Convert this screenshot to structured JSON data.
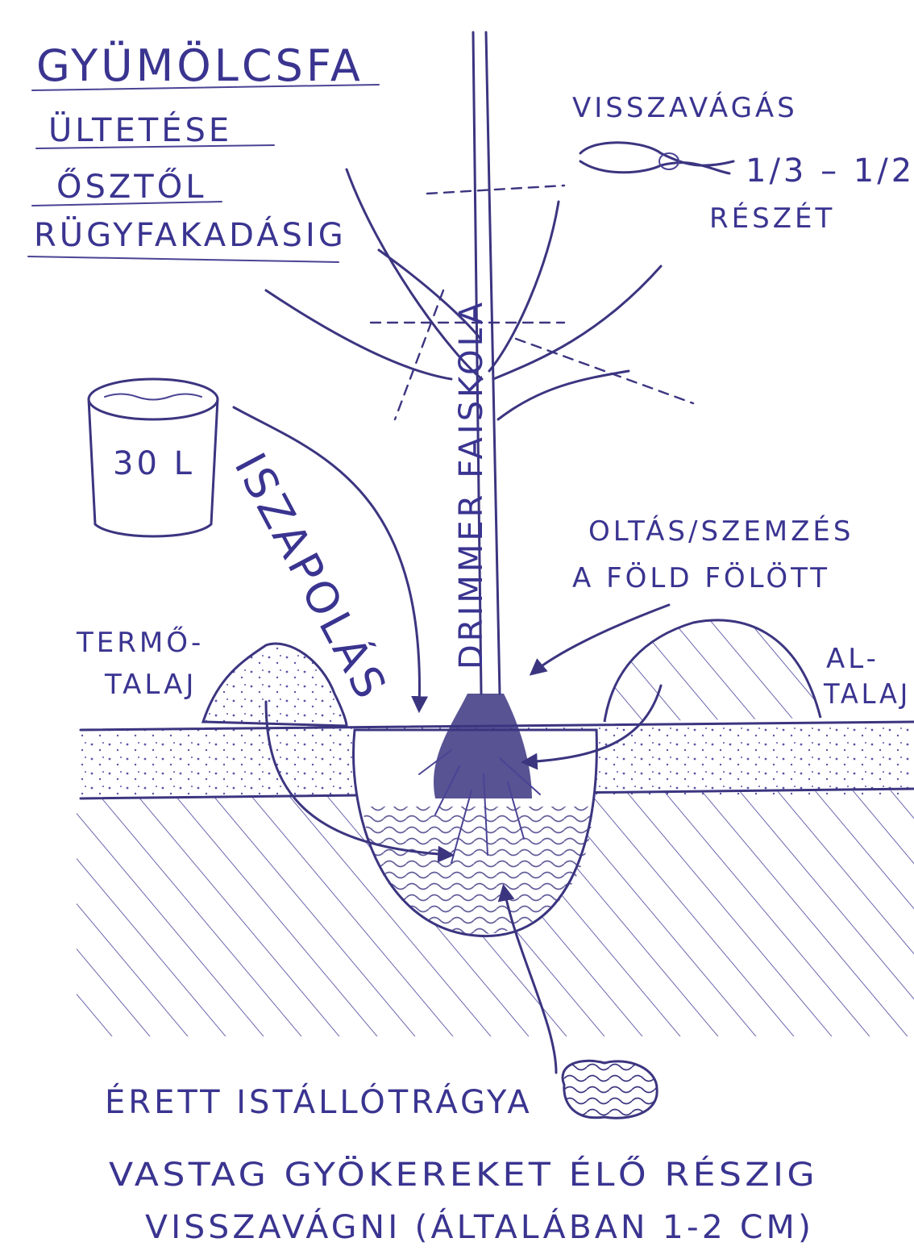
{
  "title": {
    "line1": "GYÜMÖLCSFA",
    "line2": "ÜLTETÉSE",
    "line3": "ŐSZTŐL",
    "line4": "RÜGYFAKADÁSIG"
  },
  "pruning": {
    "heading": "VISSZAVÁGÁS",
    "fraction": "1/3 – 1/2",
    "part": "RÉSZÉT"
  },
  "bucket": {
    "volume": "30 L"
  },
  "labels": {
    "watering": "ISZAPOLÁS",
    "brand": "DRIMMER FAISKOLA",
    "graft_line1": "OLTÁS/SZEMZÉS",
    "graft_line2": "A FÖLD FÖLÖTT",
    "topsoil_line1": "TERMŐ-",
    "topsoil_line2": "TALAJ",
    "subsoil_line1": "AL-",
    "subsoil_line2": "TALAJ",
    "manure": "ÉRETT ISTÁLLÓTRÁGYA",
    "note_line1": "VASTAG GYÖKEREKET ÉLŐ RÉSZIG",
    "note_line2": "VISSZAVÁGNI (ÁLTALÁBAN 1-2 CM)"
  },
  "colors": {
    "ink": "#3b3580",
    "paper": "#ffffff"
  }
}
